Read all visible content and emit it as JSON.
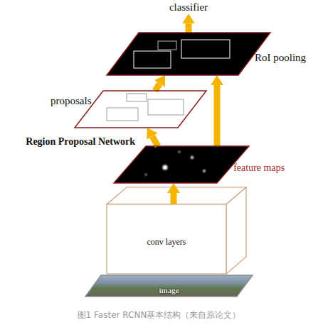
{
  "diagram": {
    "caption": "图1 Faster RCNN基本结构（来自原论文）",
    "nodes": [
      {
        "text": [
          "classifier"
        ]
      },
      {
        "text": [
          "RoI pooling"
        ]
      },
      {
        "text": [
          "proposals"
        ]
      },
      {
        "text": [
          "feature maps"
        ]
      },
      {
        "text": [
          "conv layers"
        ]
      },
      {
        "text": [
          "image"
        ]
      }
    ],
    "edges": [
      {
        "from": 1,
        "to": 0,
        "arrow": "to"
      },
      {
        "from": 2,
        "to": 1,
        "arrow": "to"
      },
      {
        "from": 3,
        "to": 1,
        "arrow": "to"
      },
      {
        "from": 3,
        "to": 2,
        "arrow": "to"
      },
      {
        "from": 4,
        "to": 3,
        "arrow": "to"
      }
    ],
    "labels": [
      "Region Proposal Network"
    ]
  }
}
